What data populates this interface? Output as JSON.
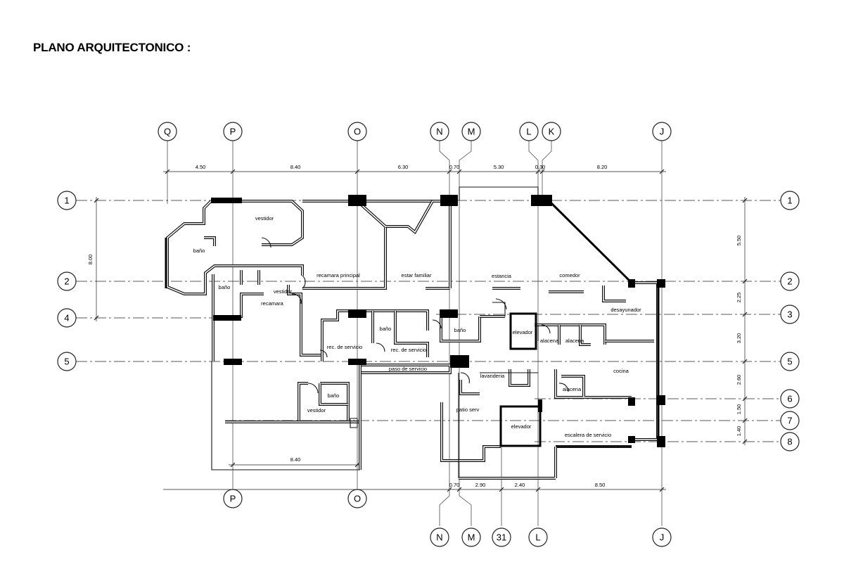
{
  "title": "PLANO ARQUITECTONICO :",
  "grid": {
    "top_columns": [
      "Q",
      "P",
      "O",
      "N",
      "M",
      "L",
      "K",
      "J"
    ],
    "bottom_columns": [
      "P",
      "O",
      "N",
      "M",
      "31",
      "L",
      "J"
    ],
    "rows_left": [
      "1",
      "2",
      "4",
      "5"
    ],
    "rows_right": [
      "1",
      "2",
      "3",
      "5",
      "6",
      "7",
      "8"
    ]
  },
  "dimensions": {
    "top": [
      "4.50",
      "8.40",
      "6.30",
      "0.70",
      "5.30",
      "0.30",
      "8.20"
    ],
    "bottom": [
      "0.70",
      "2.90",
      "2.40",
      "8.50"
    ],
    "left_side": "8.00",
    "right_side": [
      "5.50",
      "2.25",
      "3.20",
      "2.60",
      "1.50",
      "1.40"
    ],
    "lower_left": "8.40"
  },
  "rooms": {
    "vestidor_principal": "vestidor",
    "bano_principal": "baño",
    "bano_2": "baño",
    "vestidor_2": "vestidor",
    "recamara": "recamara",
    "recamara_principal": "recamara principal",
    "estar_familiar": "estar familiar",
    "estancia": "estancia",
    "comedor": "comedor",
    "desayunador": "desayunador",
    "rec_servicio_1": "rec. de servicio",
    "bano_servicio": "baño",
    "rec_servicio_2": "rec. de servicio",
    "paso_servicio": "paso de servicio",
    "bano_4": "baño",
    "elevador_1": "elevador",
    "alacena_1": "alacena",
    "alacena_2": "alacena",
    "cocina": "cocina",
    "lavanderia": "lavanderia",
    "alacena_3": "alacena",
    "patio_serv": "patio serv",
    "elevador_2": "elevador",
    "escalera_servicio": "escalera de servicio",
    "bano_5": "baño",
    "vestidor_3": "vestidor"
  }
}
